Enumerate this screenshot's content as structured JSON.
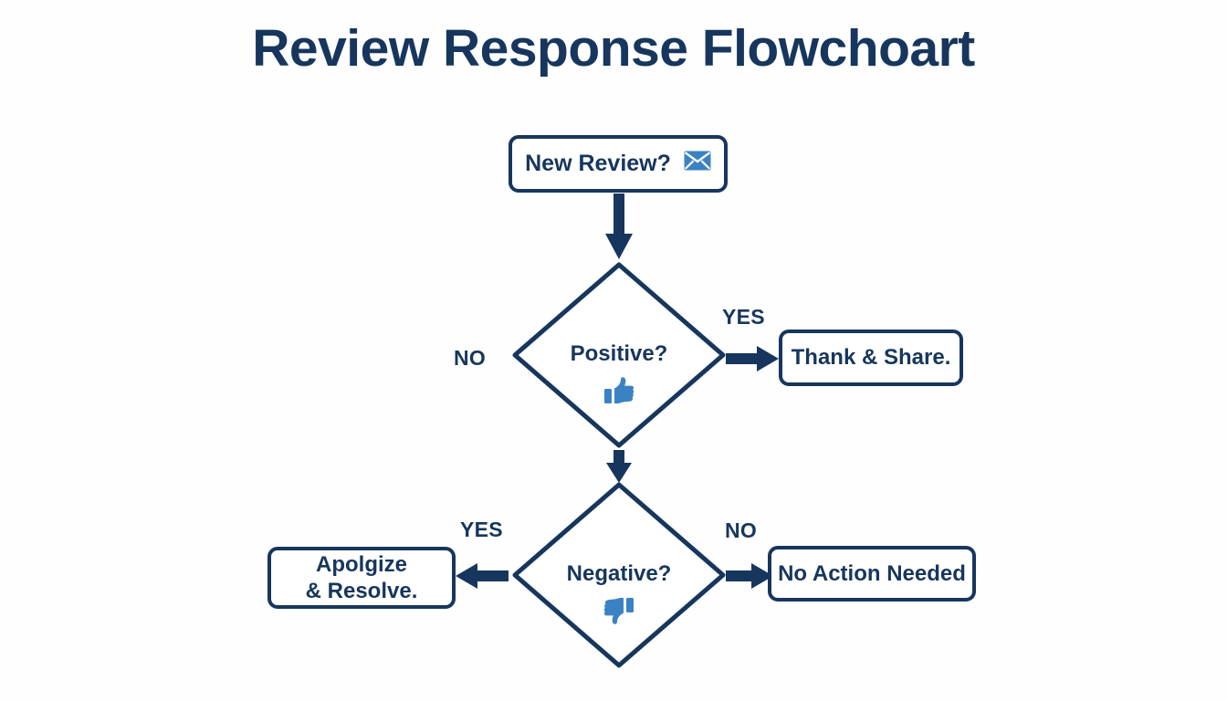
{
  "title": "Review Response Flowchoart",
  "colors": {
    "primary": "#17365d",
    "accent_blue": "#3b82c4",
    "background": "#fefefe",
    "node_fill": "#ffffff"
  },
  "chart_data": {
    "type": "diagram",
    "diagram_kind": "flowchart",
    "title": "Review Response Flowchoart",
    "orientation": "top-to-bottom",
    "nodes": [
      {
        "id": "new-review",
        "label": "New Review?",
        "shape": "rounded-rect",
        "icon": "envelope-icon"
      },
      {
        "id": "positive",
        "label": "Positive?",
        "shape": "diamond",
        "icon": "thumbs-up-icon"
      },
      {
        "id": "thank-share",
        "label": "Thank & Share.",
        "shape": "rounded-rect",
        "icon": null
      },
      {
        "id": "negative",
        "label": "Negative?",
        "shape": "diamond",
        "icon": "thumbs-down-icon"
      },
      {
        "id": "apologize",
        "label": "Apolgize\n& Resolve.",
        "shape": "rounded-rect",
        "icon": null
      },
      {
        "id": "no-action",
        "label": "No Action Needed",
        "shape": "rounded-rect",
        "icon": null
      }
    ],
    "edges": [
      {
        "from": "new-review",
        "to": "positive",
        "label": "",
        "direction": "down"
      },
      {
        "from": "positive",
        "to": "thank-share",
        "label": "YES",
        "direction": "right"
      },
      {
        "from": "positive",
        "to": "negative",
        "label": "NO",
        "direction": "down"
      },
      {
        "from": "negative",
        "to": "apologize",
        "label": "YES",
        "direction": "left"
      },
      {
        "from": "negative",
        "to": "no-action",
        "label": "NO",
        "direction": "right"
      }
    ]
  },
  "nodes": {
    "new_review": {
      "label": "New Review?"
    },
    "positive": {
      "label": "Positive?"
    },
    "thank_share": {
      "label": "Thank & Share."
    },
    "negative": {
      "label": "Negative?"
    },
    "apologize": {
      "line1": "Apolgize",
      "line2": "& Resolve."
    },
    "no_action": {
      "label": "No Action Needed"
    }
  },
  "edge_labels": {
    "positive_no": "NO",
    "positive_yes": "YES",
    "negative_yes": "YES",
    "negative_no": "NO"
  },
  "icons": {
    "envelope": "envelope-icon",
    "thumbs_up": "thumbs-up-icon",
    "thumbs_down": "thumbs-down-icon"
  }
}
